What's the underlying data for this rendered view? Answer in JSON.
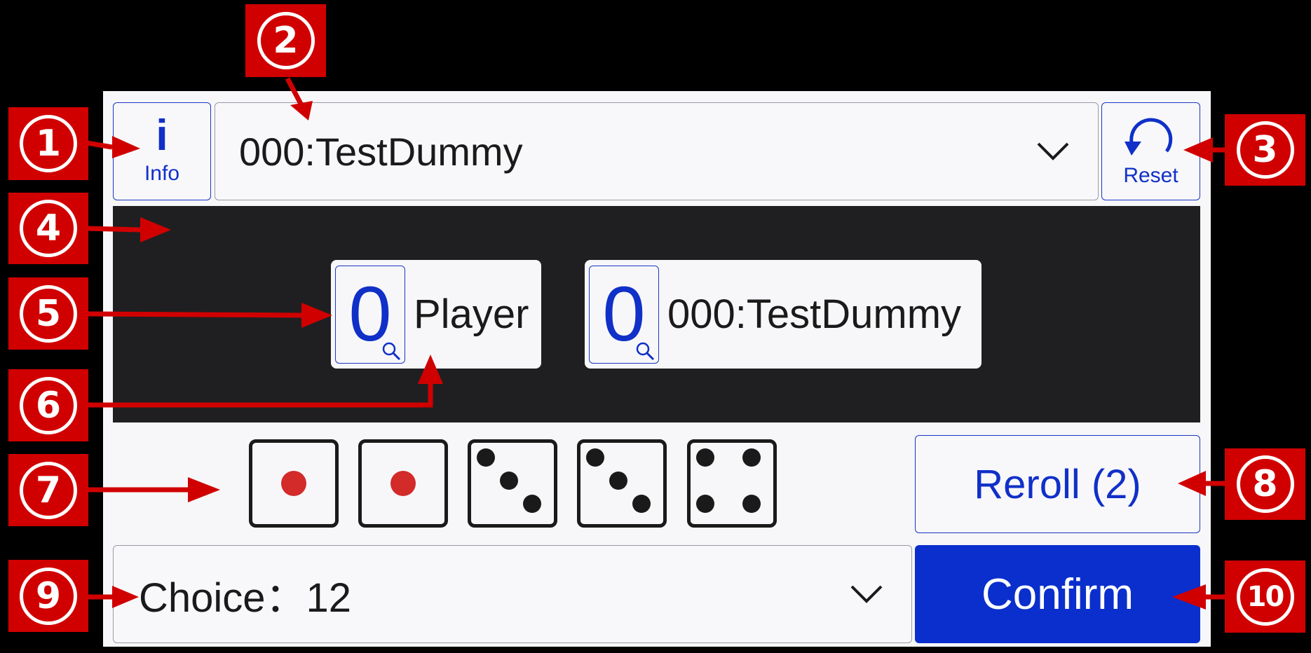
{
  "header": {
    "info_icon_glyph": "i",
    "info_label": "Info",
    "target_value": "000:TestDummy",
    "reset_label": "Reset"
  },
  "field": {
    "players": [
      {
        "score": "0",
        "name": "Player"
      },
      {
        "score": "0",
        "name": "000:TestDummy"
      }
    ]
  },
  "dice": {
    "faces": [
      1,
      1,
      3,
      3,
      4
    ],
    "held": [
      true,
      true,
      false,
      false,
      false
    ]
  },
  "reroll_label": "Reroll (2)",
  "choice_value": "Choice：12",
  "confirm_label": "Confirm",
  "annotations": [
    "1",
    "2",
    "3",
    "4",
    "5",
    "6",
    "7",
    "8",
    "9",
    "10"
  ],
  "colors": {
    "accent": "#0a2fcc",
    "annotation": "#d10000",
    "field": "#1f1f21",
    "held_die_pip": "#d32a2a"
  }
}
